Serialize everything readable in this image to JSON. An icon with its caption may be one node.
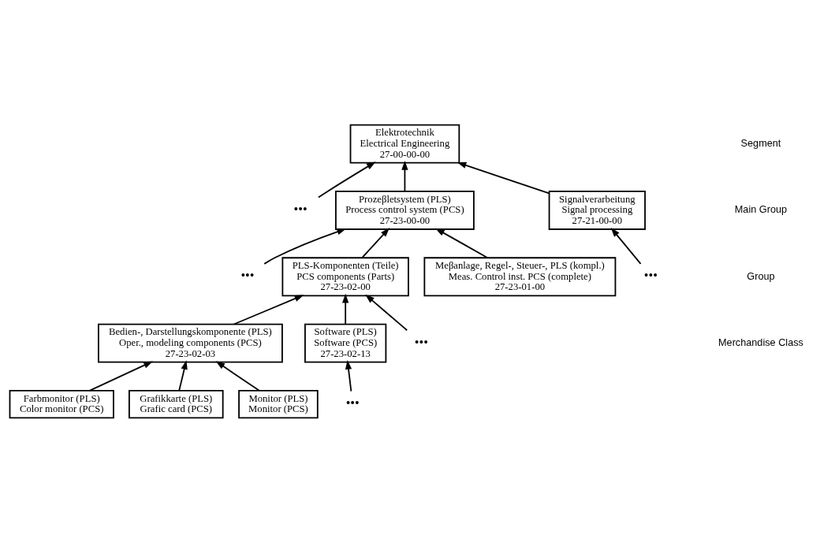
{
  "diagram": {
    "nodes": [
      {
        "text": [
          "Elektrotechnik",
          "Electrical Engineering",
          "27-00-00-00"
        ]
      },
      {
        "text": [
          "•••"
        ]
      },
      {
        "text": [
          "Prozeβletsystem (PLS)",
          "Process control system (PCS)",
          "27-23-00-00"
        ]
      },
      {
        "text": [
          "Signalverarbeitung",
          "Signal processing",
          "27-21-00-00"
        ]
      },
      {
        "text": [
          "•••"
        ]
      },
      {
        "text": [
          "•••"
        ]
      },
      {
        "text": [
          "PLS-Komponenten (Teile)",
          "PCS components (Parts)",
          "27-23-02-00"
        ]
      },
      {
        "text": [
          "Meβanlage, Regel-, Steuer-, PLS (kompl.)",
          "Meas. Control inst. PCS (complete)",
          "27-23-01-00"
        ]
      },
      {
        "text": [
          "Bedien-, Darstellungskomponente (PLS)",
          "Oper., modeling components (PCS)",
          "27-23-02-03"
        ]
      },
      {
        "text": [
          "Software (PLS)",
          "Software (PCS)",
          "27-23-02-13"
        ]
      },
      {
        "text": [
          "•••"
        ]
      },
      {
        "text": [
          "Farbmonitor (PLS)",
          "Color monitor (PCS)"
        ]
      },
      {
        "text": [
          "Grafikkarte (PLS)",
          "Grafic card (PCS)"
        ]
      },
      {
        "text": [
          "Monitor (PLS)",
          "Monitor (PCS)"
        ]
      },
      {
        "text": [
          "•••"
        ]
      }
    ],
    "edges": [
      {
        "from": 1,
        "to": 0,
        "arrow": "to"
      },
      {
        "from": 2,
        "to": 0,
        "arrow": "to"
      },
      {
        "from": 3,
        "to": 0,
        "arrow": "to"
      },
      {
        "from": 4,
        "to": 3,
        "arrow": "to"
      },
      {
        "from": 5,
        "to": 2,
        "arrow": "to"
      },
      {
        "from": 6,
        "to": 2,
        "arrow": "to"
      },
      {
        "from": 7,
        "to": 2,
        "arrow": "to"
      },
      {
        "from": 8,
        "to": 6,
        "arrow": "to"
      },
      {
        "from": 9,
        "to": 6,
        "arrow": "to"
      },
      {
        "from": 10,
        "to": 6,
        "arrow": "to"
      },
      {
        "from": 11,
        "to": 8,
        "arrow": "to"
      },
      {
        "from": 12,
        "to": 8,
        "arrow": "to"
      },
      {
        "from": 13,
        "to": 8,
        "arrow": "to"
      },
      {
        "from": 14,
        "to": 9,
        "arrow": "to"
      }
    ],
    "labels": [
      "Segment",
      "Main Group",
      "Group",
      "Merchandise Class"
    ]
  }
}
